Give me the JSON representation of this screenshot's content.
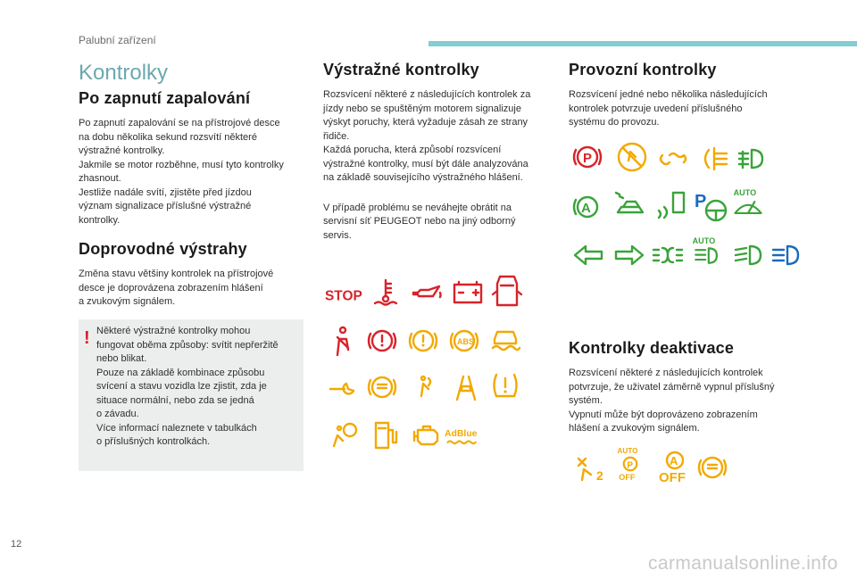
{
  "header": {
    "title": "Palubní zařízení",
    "rule_color": "#84cdd0"
  },
  "col1": {
    "heading": "Kontrolky",
    "s1_title": "Po zapnutí zapalování",
    "s1_text": "Po zapnutí zapalování se na přístrojové desce\nna dobu několika sekund rozsvítí některé\nvýstražné kontrolky.\nJakmile se motor rozběhne, musí tyto kontrolky\nzhasnout.\nJestliže nadále svítí, zjistěte před jízdou\nvýznam signalizace příslušné výstražné\nkontrolky.",
    "s2_title": "Doprovodné výstrahy",
    "s2_text": "Změna stavu většiny kontrolek na přístrojové\ndesce je doprovázena zobrazením hlášení\na zvukovým signálem.",
    "warning_mark": "!",
    "warning_text": "Některé výstražné kontrolky mohou\nfungovat oběma způsoby: svítit nepřeržitě\nnebo blikat.\nPouze na základě kombinace způsobu\nsvícení a stavu vozidla lze zjistit, zda je\nsituace normální, nebo zda se jedná\no závadu.\nVíce informací naleznete v tabulkách\no příslušných kontrolkách."
  },
  "col2": {
    "title": "Výstražné kontrolky",
    "text1": "Rozsvícení některé z následujících kontrolek za\njízdy nebo se spuštěným motorem signalizuje\nvýskyt poruchy, která vyžaduje zásah ze strany\nřidiče.\nKaždá porucha, která způsobí rozsvícení\nvýstražné kontrolky, musí být dále analyzována\nna základě souvisejícího výstražného hlášení.",
    "text2": "V případě problému se neváhejte obrátit na\nservisní síť PEUGEOT nebo na jiný odborný\nservis.",
    "icon_labels": {
      "stop": "STOP",
      "abs": "ABS",
      "adblue": "AdBlue"
    }
  },
  "col3": {
    "title": "Provozní kontrolky",
    "text": "Rozsvícení jedné nebo několika následujících\nkontrolek potvrzuje uvedení příslušného\nsystému do provozu.",
    "title2": "Kontrolky deaktivace",
    "text2": "Rozsvícení některé z následujících kontrolek\npotvrzuje, že uživatel záměrně vypnul příslušný\nsystém.\nVypnutí může být doprovázeno zobrazením\nhlášení a zvukovým signálem.",
    "icon_labels": {
      "auto": "AUTO",
      "off": "OFF",
      "p": "P",
      "a": "A",
      "two": "2"
    }
  },
  "colors": {
    "red": "#d8232a",
    "amber": "#f2a900",
    "green": "#3aa33a",
    "blue": "#1a6bbf",
    "accent": "#6ba9ad"
  },
  "footer": {
    "page_number": "12",
    "watermark": "carmanualsonline.info"
  }
}
